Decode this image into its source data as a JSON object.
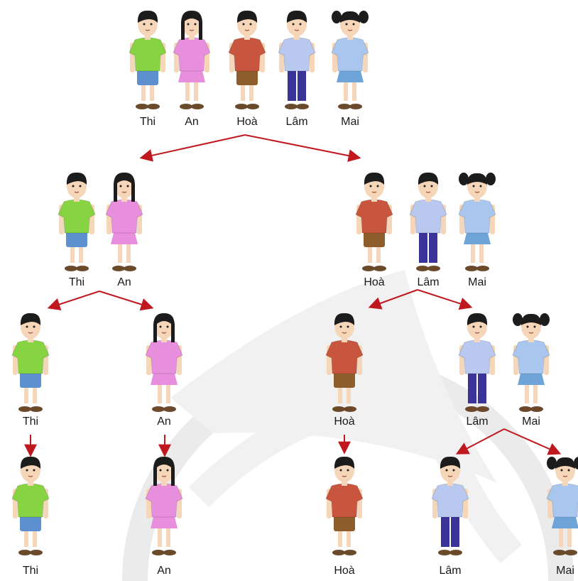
{
  "colors": {
    "arrow": "#c0181f",
    "watermark": "#d9d9d9",
    "skin": "#f6d6b8",
    "hair": "#1c1c1c",
    "shoe": "#6b4a2c"
  },
  "characters": {
    "thi": {
      "name": "Thi",
      "shirt": "#86d442",
      "bottom": "#5d90cf",
      "bottom_type": "shorts",
      "hair": "short"
    },
    "an": {
      "name": "An",
      "shirt": "#e78fdc",
      "bottom": "#e78fdc",
      "bottom_type": "skirt",
      "hair": "long"
    },
    "hoa": {
      "name": "Hoà",
      "shirt": "#c8553e",
      "bottom": "#8d5d2c",
      "bottom_type": "shorts",
      "hair": "short"
    },
    "lam": {
      "name": "Lâm",
      "shirt": "#b8c8ee",
      "bottom": "#3b3498",
      "bottom_type": "pants",
      "hair": "short"
    },
    "mai": {
      "name": "Mai",
      "shirt": "#a9c7ee",
      "bottom": "#6fa4d8",
      "bottom_type": "skirt",
      "hair": "pigtails"
    }
  },
  "groups": [
    {
      "id": "root",
      "members": [
        "thi",
        "an",
        "hoa",
        "lam",
        "mai"
      ]
    },
    {
      "id": "split-1-left",
      "members": [
        "thi",
        "an"
      ]
    },
    {
      "id": "split-1-right",
      "members": [
        "hoa",
        "lam",
        "mai"
      ]
    },
    {
      "id": "split-2-thi",
      "members": [
        "thi"
      ]
    },
    {
      "id": "split-2-an",
      "members": [
        "an"
      ]
    },
    {
      "id": "split-2-hoa",
      "members": [
        "hoa"
      ]
    },
    {
      "id": "split-2-lam-mai",
      "members": [
        "lam",
        "mai"
      ]
    },
    {
      "id": "leaf-thi",
      "members": [
        "thi"
      ]
    },
    {
      "id": "leaf-an",
      "members": [
        "an"
      ]
    },
    {
      "id": "leaf-hoa",
      "members": [
        "hoa"
      ]
    },
    {
      "id": "leaf-lam",
      "members": [
        "lam"
      ]
    },
    {
      "id": "leaf-mai",
      "members": [
        "mai"
      ]
    }
  ],
  "labels": {
    "row1": [
      "Thi",
      "An",
      "Hoà",
      "Lâm",
      "Mai"
    ],
    "row2": [
      "Thi",
      "An",
      "Hoà",
      "Lâm",
      "Mai"
    ],
    "row3": [
      "Thi",
      "An",
      "Hoà",
      "Lâm",
      "Mai"
    ],
    "row4": [
      "Thi",
      "An",
      "Hoà",
      "Lâm",
      "Mai"
    ]
  },
  "edges": [
    {
      "from": "root",
      "to": "split-1-left"
    },
    {
      "from": "root",
      "to": "split-1-right"
    },
    {
      "from": "split-1-left",
      "to": "split-2-thi"
    },
    {
      "from": "split-1-left",
      "to": "split-2-an"
    },
    {
      "from": "split-1-right",
      "to": "split-2-hoa"
    },
    {
      "from": "split-1-right",
      "to": "split-2-lam-mai"
    },
    {
      "from": "split-2-thi",
      "to": "leaf-thi"
    },
    {
      "from": "split-2-an",
      "to": "leaf-an"
    },
    {
      "from": "split-2-hoa",
      "to": "leaf-hoa"
    },
    {
      "from": "split-2-lam-mai",
      "to": "leaf-lam"
    },
    {
      "from": "split-2-lam-mai",
      "to": "leaf-mai"
    }
  ]
}
